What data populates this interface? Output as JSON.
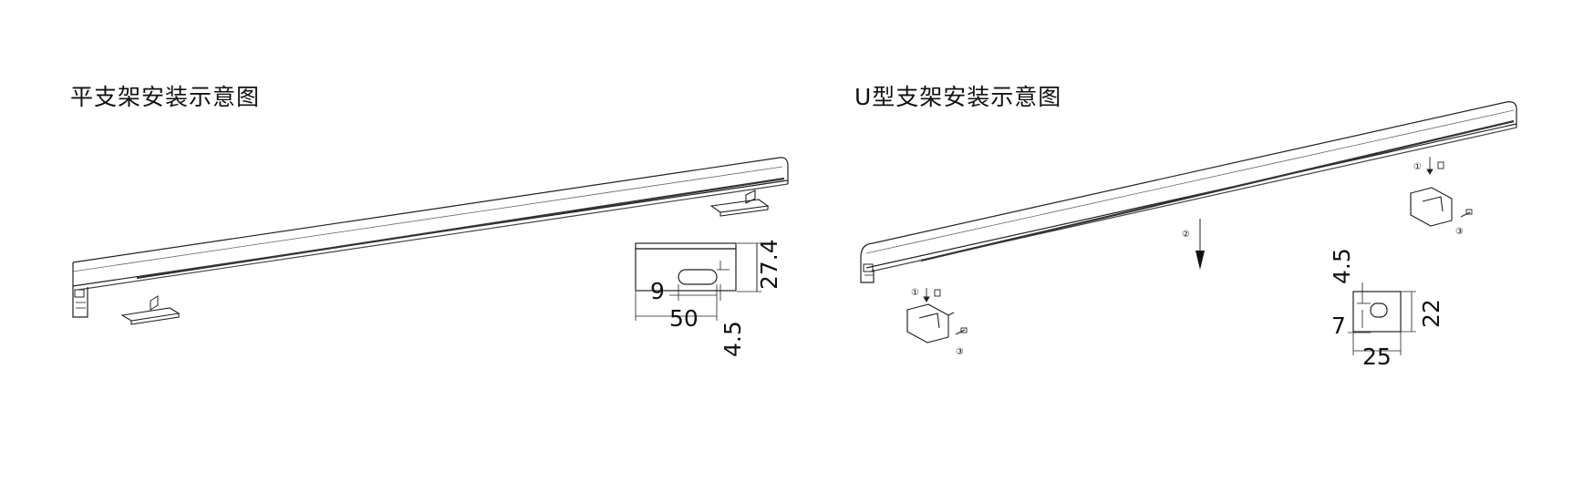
{
  "left_panel": {
    "title": "平支架安装示意图",
    "dimensions": {
      "height": "27.4",
      "slot": "9",
      "width": "50",
      "offset": "4.5"
    }
  },
  "right_panel": {
    "title": "U型支架安装示意图",
    "steps": {
      "one": "①",
      "two": "②",
      "three": "③"
    },
    "dimensions": {
      "offset": "4.5",
      "height": "22",
      "slot": "7",
      "width": "25"
    }
  }
}
